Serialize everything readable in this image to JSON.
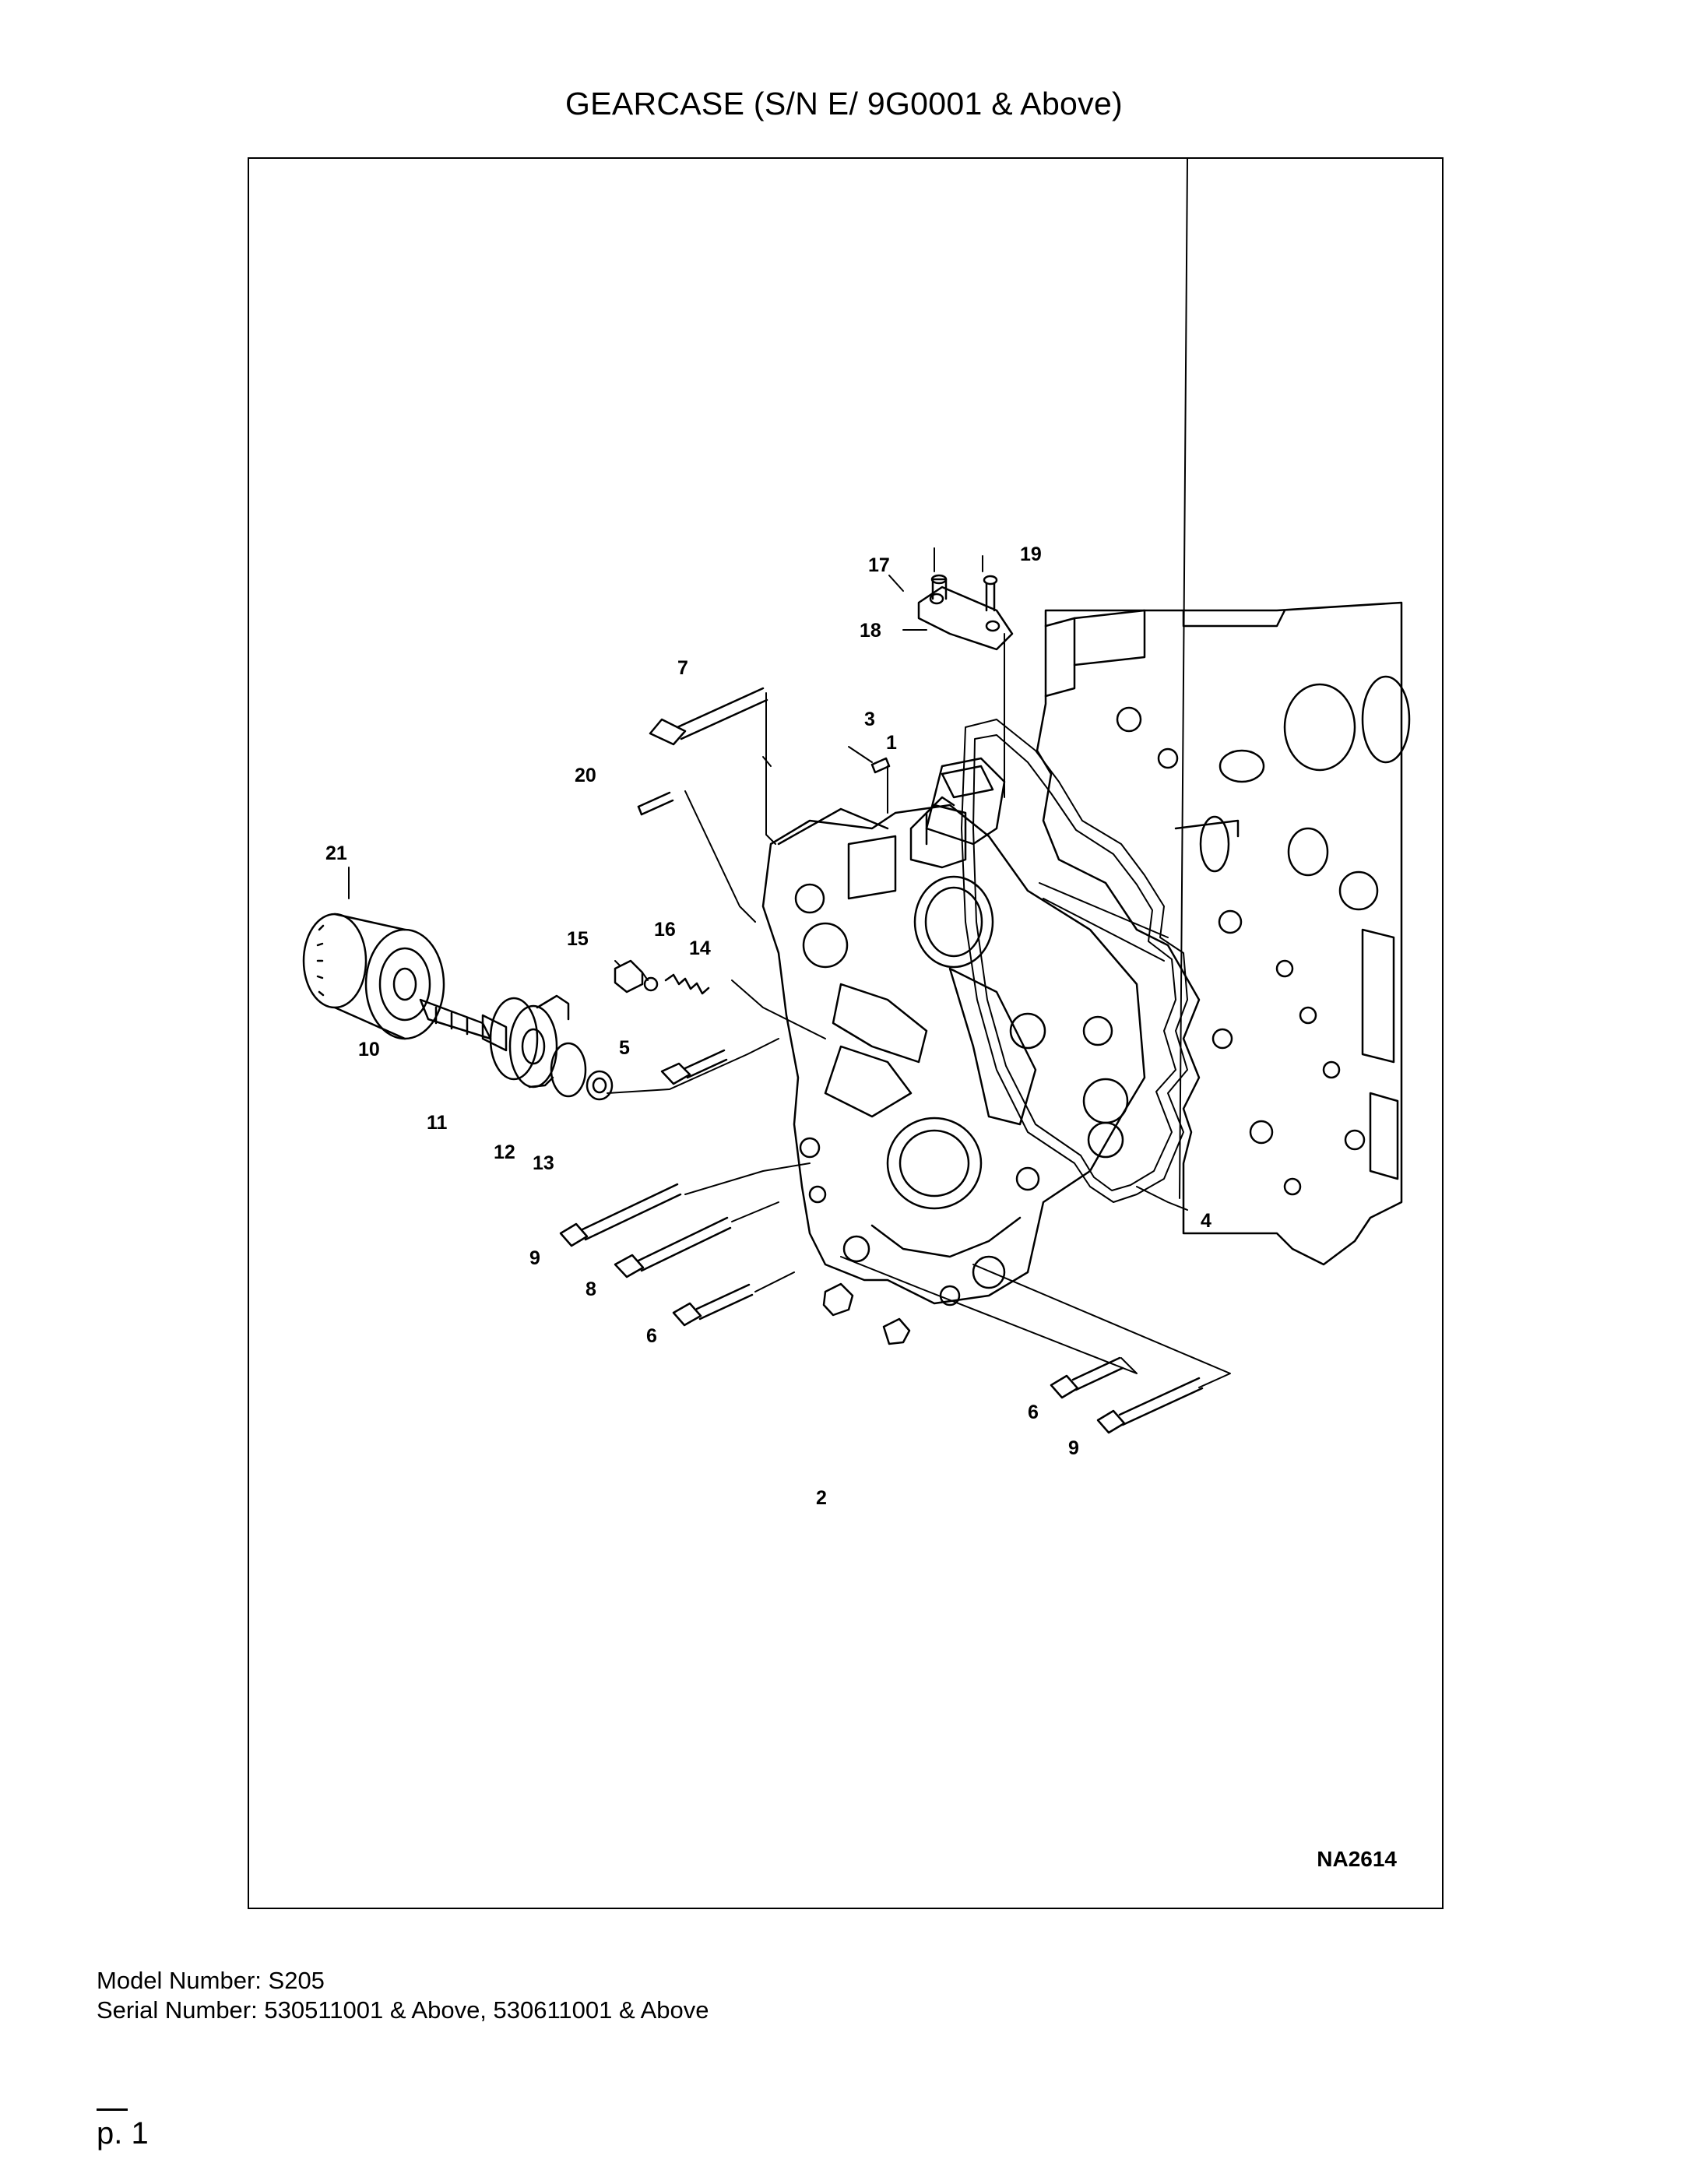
{
  "page": {
    "title": "GEARCASE (S/N E/ 9G0001 & Above)",
    "figure_id": "NA2614",
    "model_line": "Model Number: S205",
    "serial_line": "Serial Number: 530511001 & Above, 530611001 & Above",
    "page_number": "p. 1"
  },
  "callouts": [
    "1",
    "2",
    "3",
    "4",
    "5",
    "6",
    "6",
    "6",
    "7",
    "8",
    "9",
    "9",
    "9",
    "10",
    "11",
    "12",
    "13",
    "14",
    "15",
    "16",
    "17",
    "18",
    "19",
    "20",
    "21"
  ]
}
